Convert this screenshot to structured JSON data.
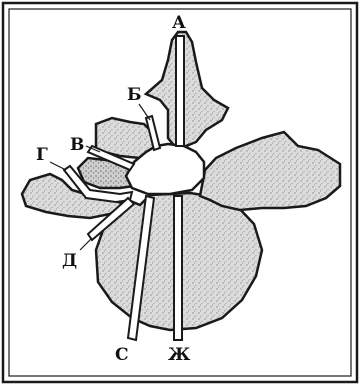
{
  "figure": {
    "labels": {
      "a": "А",
      "b": "Б",
      "v": "В",
      "g": "Г",
      "d": "Д",
      "s": "С",
      "zh": "Ж"
    },
    "colors": {
      "ink": "#1a1a1a",
      "bone_fill": "#d9d9d9",
      "canal_fill": "#ffffff",
      "background": "#ffffff"
    }
  }
}
